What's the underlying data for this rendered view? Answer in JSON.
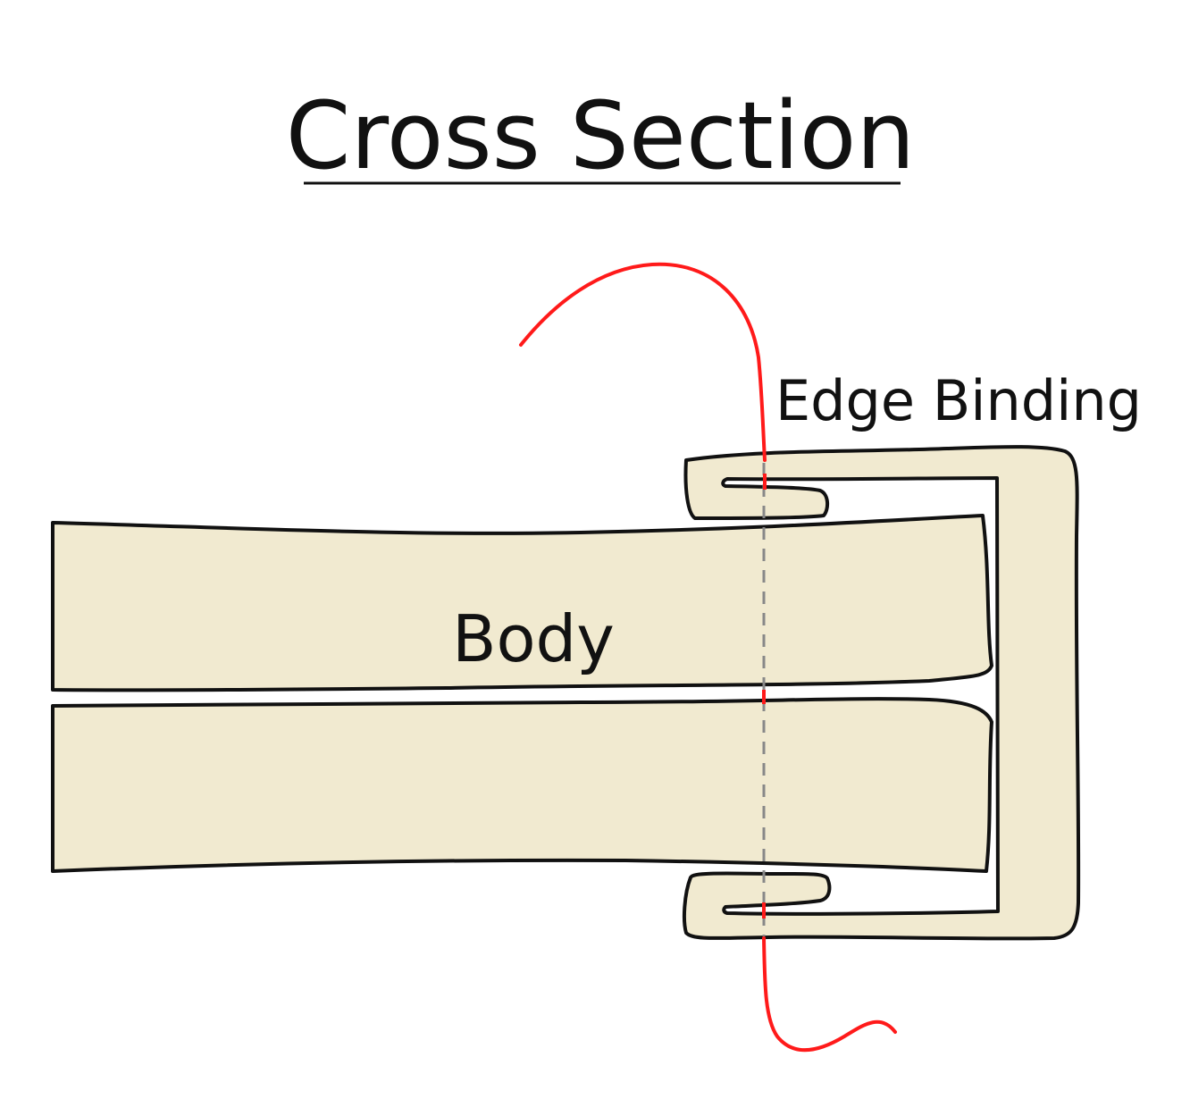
{
  "title": "Cross Section",
  "labels": {
    "edge_binding": "Edge Binding",
    "body": "Body"
  },
  "colors": {
    "fabric_fill": "#f1ead0",
    "outline": "#111111",
    "thread": "#ff1a1a",
    "stitch_line": "#888888",
    "background": "#ffffff"
  }
}
